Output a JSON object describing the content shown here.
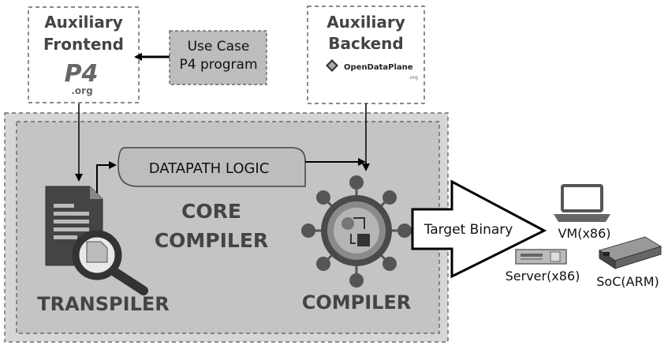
{
  "aux_frontend": {
    "title_line1": "Auxiliary",
    "title_line2": "Frontend",
    "logo_mark": "P4",
    "logo_sub": ".org"
  },
  "use_case": {
    "line1": "Use Case",
    "line2": "P4 program"
  },
  "aux_backend": {
    "title_line1": "Auxiliary",
    "title_line2": "Backend",
    "logo_text": "OpenDataPlane",
    "logo_sub": ".org"
  },
  "core": {
    "line1": "CORE",
    "line2": "COMPILER"
  },
  "datapath": {
    "label": "DATAPATH LOGIC"
  },
  "transpiler": {
    "label": "TRANSPILER"
  },
  "compiler": {
    "label": "COMPILER"
  },
  "target": {
    "label": "Target Binary"
  },
  "devices": {
    "vm": "VM(x86)",
    "server": "Server(x86)",
    "soc": "SoC(ARM)"
  },
  "colors": {
    "box_fill": "#c8c8c8",
    "outer_fill": "#d9d9d9",
    "dark": "#444444",
    "line": "#000000"
  }
}
